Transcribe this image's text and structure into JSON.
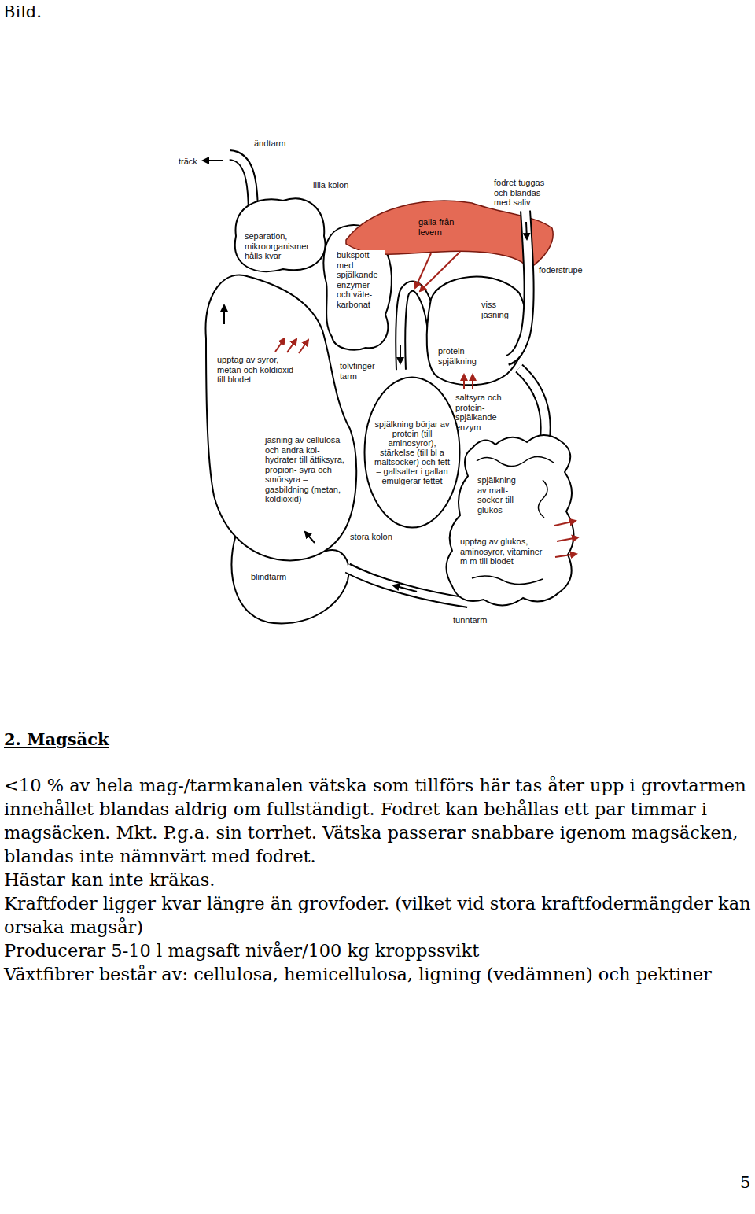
{
  "diagram": {
    "nodes": [
      {
        "text": [
          "spjälkning börjar av protein (till aminosyror), stärkelse (till bl a maltsocker) och fett – gallsalter i gallan emulgerar fettet"
        ]
      }
    ],
    "labels": [
      "Bild.",
      "ändtarm",
      "träck",
      "lilla kolon",
      "fodret tuggas och blandas med saliv",
      "galla från levern",
      "separation, mikroorganismer hålls kvar",
      "bukspott med spjälkande enzymer och väte- karbonat",
      "foderstrupe",
      "viss jäsning",
      "protein- spjälkning",
      "upptag av syror, metan och koldioxid till blodet",
      "tolvfinger- tarm",
      "saltsyra och protein- spjälkande enzym",
      "jäsning av cellulosa och andra kol- hydrater till ättiksyra, propion- syra och smörsyra – gasbildning (metan, koldioxid)",
      "spjälkning av malt- socker till glukos",
      "stora kolon",
      "upptag av glukos, aminosyror, vitaminer m m till blodet",
      "blindtarm",
      "tunntarm",
      "2. Magsäck",
      "<10 % av hela mag-/tarmkanalen vätska som tillförs här tas åter upp i grovtarmen innehållet blandas aldrig om fullständigt. Fodret kan behållas ett par timmar i magsäcken. Mkt. P.g.a. sin torrhet. Vätska passerar snabbare igenom magsäcken, blandas inte nämnvärt med fodret.",
      "Hästar kan inte kräkas.",
      "Kraftfoder ligger kvar längre än grovfoder. (vilket vid stora kraftfodermängder kan orsaka magsår)",
      "Producerar 5-10 l magsaft nivåer/100 kg kroppssvikt",
      "Växtfibrer består av: cellulosa, hemicellulosa, ligning (vedämnen) och pektiner",
      "5"
    ]
  }
}
